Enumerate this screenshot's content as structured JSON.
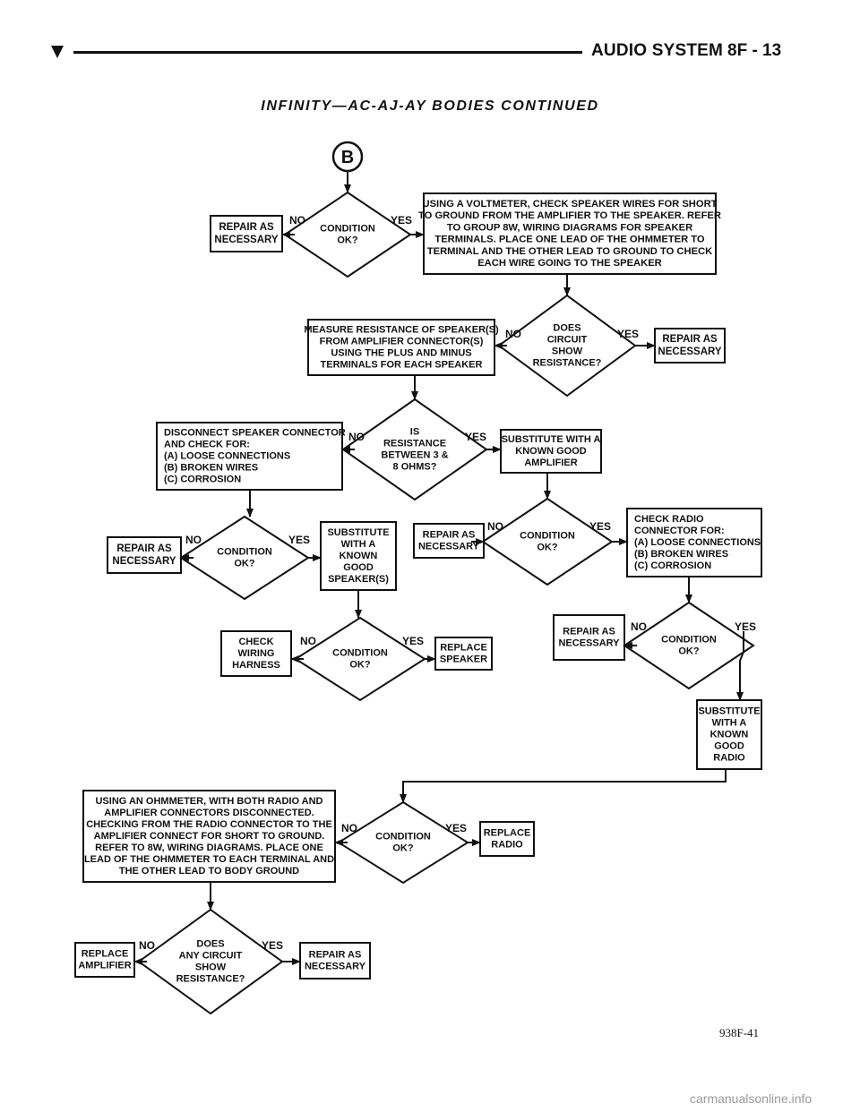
{
  "header": {
    "title": "AUDIO SYSTEM",
    "page": "8F - 13"
  },
  "subtitle": "INFINITY—AC-AJ-AY BODIES CONTINUED",
  "connector": "B",
  "labels": {
    "no": "NO",
    "yes": "YES"
  },
  "boxes": {
    "check_speaker_wires": [
      "USING A VOLTMETER, CHECK SPEAKER WIRES FOR SHORT",
      "TO GROUND FROM THE AMPLIFIER TO THE SPEAKER. REFER",
      "TO GROUP 8W, WIRING DIAGRAMS FOR SPEAKER",
      "TERMINALS. PLACE ONE LEAD OF THE OHMMETER TO",
      "TERMINAL AND THE OTHER LEAD TO GROUND TO CHECK",
      "EACH WIRE GOING TO THE SPEAKER"
    ],
    "repair_1": [
      "REPAIR AS",
      "NECESSARY"
    ],
    "measure_resistance": [
      "MEASURE RESISTANCE OF SPEAKER(S)",
      "FROM AMPLIFIER CONNECTOR(S)",
      "USING THE PLUS AND MINUS",
      "TERMINALS FOR EACH SPEAKER"
    ],
    "repair_2": [
      "REPAIR AS",
      "NECESSARY"
    ],
    "disconnect_speaker": [
      "DISCONNECT SPEAKER CONNECTOR",
      "AND CHECK FOR:",
      "(A) LOOSE CONNECTIONS",
      "(B) BROKEN WIRES",
      "(C) CORROSION"
    ],
    "substitute_amp": [
      "SUBSTITUTE WITH A",
      "KNOWN GOOD",
      "AMPLIFIER"
    ],
    "repair_3": [
      "REPAIR AS",
      "NECESSARY"
    ],
    "substitute_speakers": [
      "SUBSTITUTE",
      "WITH A",
      "KNOWN",
      "GOOD",
      "SPEAKER(S)"
    ],
    "repair_4": [
      "REPAIR AS",
      "NECESSARY"
    ],
    "check_radio_connector": [
      "CHECK RADIO",
      "CONNECTOR FOR:",
      "(A) LOOSE CONNECTIONS",
      "(B) BROKEN WIRES",
      "(C) CORROSION"
    ],
    "check_wiring_harness": [
      "CHECK",
      "WIRING",
      "HARNESS"
    ],
    "replace_speaker": [
      "REPLACE",
      "SPEAKER"
    ],
    "repair_5": [
      "REPAIR AS",
      "NECESSARY"
    ],
    "substitute_radio": [
      "SUBSTITUTE",
      "WITH A",
      "KNOWN",
      "GOOD",
      "RADIO"
    ],
    "ohmmeter_check": [
      "USING AN OHMMETER, WITH BOTH RADIO AND",
      "AMPLIFIER CONNECTORS DISCONNECTED.",
      "CHECKING FROM THE RADIO CONNECTOR TO THE",
      "AMPLIFIER CONNECT FOR SHORT TO GROUND.",
      "REFER TO 8W, WIRING DIAGRAMS. PLACE ONE",
      "LEAD OF THE OHMMETER TO EACH TERMINAL AND",
      "THE OTHER LEAD TO BODY GROUND"
    ],
    "replace_radio": [
      "REPLACE",
      "RADIO"
    ],
    "replace_amplifier": [
      "REPLACE",
      "AMPLIFIER"
    ],
    "repair_6": [
      "REPAIR AS",
      "NECESSARY"
    ]
  },
  "diamonds": {
    "cond_1": [
      "CONDITION",
      "OK?"
    ],
    "circuit_resistance": [
      "DOES",
      "CIRCUIT",
      "SHOW",
      "RESISTANCE?"
    ],
    "resistance_3_8": [
      "IS",
      "RESISTANCE",
      "BETWEEN 3 &",
      "8 OHMS?"
    ],
    "cond_2": [
      "CONDITION",
      "OK?"
    ],
    "cond_3": [
      "CONDITION",
      "OK?"
    ],
    "cond_4": [
      "CONDITION",
      "OK?"
    ],
    "cond_5": [
      "CONDITION",
      "OK?"
    ],
    "cond_6": [
      "CONDITION",
      "OK?"
    ],
    "any_circuit_resistance": [
      "DOES",
      "ANY CIRCUIT",
      "SHOW",
      "RESISTANCE?"
    ]
  },
  "figure_ref": "938F-41",
  "watermark": "carmanualsonline.info"
}
